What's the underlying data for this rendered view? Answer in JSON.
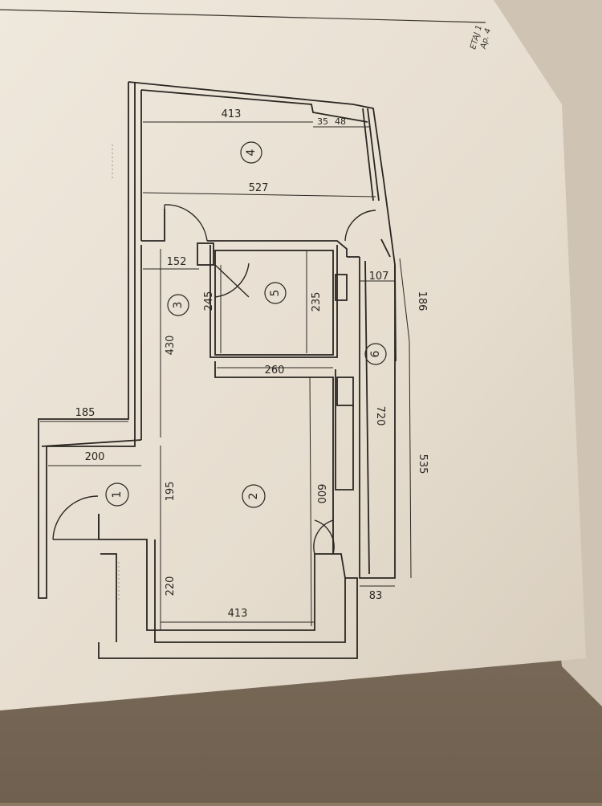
{
  "header_note": {
    "line1": "ETAJ 1",
    "line2": "Ap. 4"
  },
  "rooms": [
    {
      "id": "1",
      "label": "1"
    },
    {
      "id": "2",
      "label": "2"
    },
    {
      "id": "3",
      "label": "3"
    },
    {
      "id": "4",
      "label": "4"
    },
    {
      "id": "5",
      "label": "5"
    },
    {
      "id": "6",
      "label": "6"
    }
  ],
  "dimensions": {
    "d413_top": "413",
    "d35": "35",
    "d48": "48",
    "d527": "527",
    "d152": "152",
    "d245": "245",
    "d235": "235",
    "d430": "430",
    "d260": "260",
    "d107": "107",
    "d186": "186",
    "d185": "185",
    "d200": "200",
    "d195": "195",
    "d600": "600",
    "d720": "720",
    "d535": "535",
    "d220": "220",
    "d413_bottom": "413",
    "d83": "83"
  },
  "colors": {
    "paper": "#ede5d8",
    "paper_shadow": "#d9cfbf",
    "background": "#8a7a66",
    "ink": "#2a2622"
  }
}
